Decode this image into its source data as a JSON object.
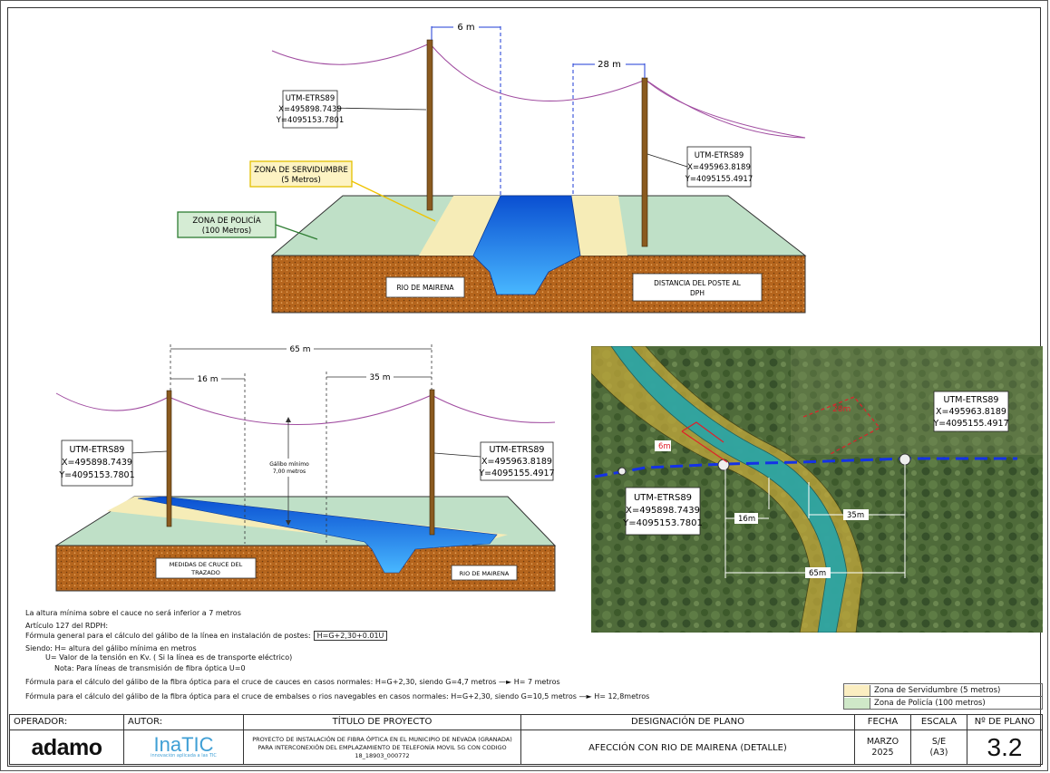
{
  "top": {
    "dim_6m": "6 m",
    "dim_28m": "28 m",
    "utm_left": {
      "sys": "UTM-ETRS89",
      "x": "X=495898.7439",
      "y": "Y=4095153.7801"
    },
    "utm_right": {
      "sys": "UTM-ETRS89",
      "x": "X=495963.8189",
      "y": "Y=4095155.4917"
    },
    "zona_servidumbre": {
      "l1": "ZONA DE SERVIDUMBRE",
      "l2": "(5 Metros)"
    },
    "zona_policia": {
      "l1": "ZONA DE POLICÍA",
      "l2": "(100 Metros)"
    },
    "label_rio": "RIO DE MAIRENA",
    "label_distancia": {
      "l1": "DISTANCIA DEL POSTE AL",
      "l2": "DPH"
    }
  },
  "bottom": {
    "dim_65m": "65 m",
    "dim_16m": "16 m",
    "dim_35m": "35 m",
    "galibo": {
      "l1": "Gálibo mínimo",
      "l2": "7,00 metros"
    },
    "utm_left": {
      "sys": "UTM-ETRS89",
      "x": "X=495898.7439",
      "y": "Y=4095153.7801"
    },
    "utm_right": {
      "sys": "UTM-ETRS89",
      "x": "X=495963.8189",
      "y": "Y=4095155.4917"
    },
    "label_medidas": {
      "l1": "MEDIDAS DE CRUCE DEL",
      "l2": "TRAZADO"
    },
    "label_rio": "RIO DE MAIRENA"
  },
  "map": {
    "utm_right": {
      "sys": "UTM-ETRS89",
      "x": "X=495963.8189",
      "y": "Y=4095155.4917"
    },
    "utm_left": {
      "sys": "UTM-ETRS89",
      "x": "X=495898.7439",
      "y": "Y=4095153.7801"
    },
    "lbl_28m": "28m",
    "lbl_6m": "6m",
    "lbl_16m": "16m",
    "lbl_35m": "35m",
    "lbl_65m": "65m"
  },
  "notes": {
    "n1": "La altura mínima sobre el cauce no será inferior a 7 metros",
    "n2": "Artículo 127 del RDPH:",
    "n3": "Fórmula general para el cálculo del gálibo de la línea en instalación de postes:",
    "n3_formula": "H=G+2,30+0.01U",
    "n4": "Siendo: H= altura del gálibo mínima en metros",
    "n5": "U= Valor de la tensión en Kv. ( Si la línea es de transporte eléctrico)",
    "n6": "Nota: Para líneas de transmisión de fibra óptica U=0",
    "n7": "Fórmula para el cálculo del gálibo de la fibra óptica para el cruce de cauces en casos normales:  H=G+2,30, siendo G=4,7 metros",
    "n7_result": "H= 7 metros",
    "n8": "Fórmula para el cálculo del gálibo de la fibra óptica para el cruce de embalses o rios navegables en casos normales:  H=G+2,30, siendo G=10,5 metros",
    "n8_result": "H= 12,8metros"
  },
  "legend": {
    "servidumbre": {
      "label": "Zona de Servidumbre (5 metros)",
      "color": "#fbeec1"
    },
    "policia": {
      "label": "Zona de Policía (100 metros)",
      "color": "#cfe8c8"
    }
  },
  "cartouche": {
    "operador_h": "OPERADOR:",
    "operador_logo": "adamo",
    "autor_h": "AUTOR:",
    "autor_logo": "InaTIC",
    "autor_logo_sub": "innovación aplicada a las TIC",
    "titulo_h": "TÍTULO DE PROYECTO",
    "titulo": "PROYECTO DE INSTALACIÓN DE FIBRA ÓPTICA EN EL MUNICIPIO DE NEVADA (GRANADA) PARA INTERCONEXIÓN DEL EMPLAZAMIENTO DE TELEFONÍA MOVIL 5G CON CODIGO 18_18903_000772",
    "designacion_h": "DESIGNACIÓN DE PLANO",
    "designacion": "AFECCIÓN CON RIO DE MAIRENA (DETALLE)",
    "fecha_h": "FECHA",
    "fecha_1": "MARZO",
    "fecha_2": "2025",
    "escala_h": "ESCALA",
    "escala_1": "S/E",
    "escala_2": "(A3)",
    "plano_h": "Nº DE PLANO",
    "plano": "3.2"
  },
  "colors": {
    "soil": "#b5651d",
    "green_zone": "#bfe0c7",
    "yellow_zone": "#f6ecb7",
    "water": "#1e6fe0",
    "pole": "#8a5a1f",
    "cable": "#a04ca0"
  }
}
